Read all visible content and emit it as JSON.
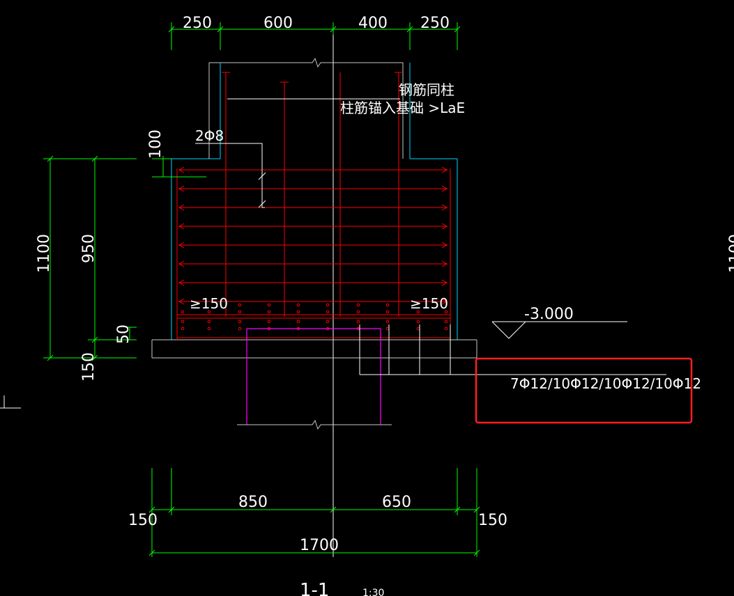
{
  "drawing": {
    "top_dimensions": [
      "250",
      "600",
      "400",
      "250"
    ],
    "bottom_dimensions": {
      "left_edge": "150",
      "left_span": "850",
      "right_span": "650",
      "right_edge": "150",
      "total": "1700"
    },
    "left_dimensions": {
      "total_height": "1100",
      "body_height": "950",
      "cover": "50",
      "bedding": "150",
      "step": "100"
    },
    "right_clipped_dimension": "1100",
    "level_mark": "-3.000",
    "notes": {
      "stirrup_label": "2Φ8",
      "rebar_note_line1": "钢筋同柱",
      "rebar_note_line2": "柱筋锚入基础 >LaE",
      "min_spacing_left": "≥150",
      "min_spacing_right": "≥150",
      "bottom_rebar_callout": "7Φ12/10Φ12/10Φ12/10Φ12"
    },
    "section_title": "1-1",
    "scale": "1:30",
    "highlight_color": "#ff2020",
    "colors": {
      "dimension": "#00ff00",
      "rebar": "#ff0000",
      "outline": "#c8c8c8",
      "edge": "#00d6ff",
      "pile": "#ff00ff",
      "text": "#ffffff"
    }
  }
}
